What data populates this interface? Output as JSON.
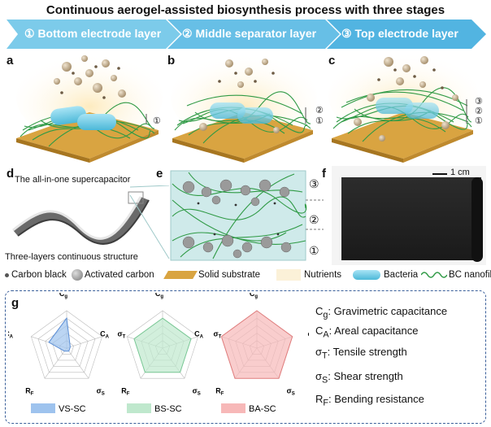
{
  "title": "Continuous aerogel-assisted biosynthesis process with three stages",
  "stages": [
    {
      "label": "① Bottom electrode layer",
      "color": "#6fc3e6"
    },
    {
      "label": "② Middle separator  layer",
      "color": "#5db8e2"
    },
    {
      "label": "③ Top electrode layer",
      "color": "#4aaedd"
    }
  ],
  "panels": {
    "a": {
      "letter": "a",
      "markers": [
        "①"
      ]
    },
    "b": {
      "letter": "b",
      "markers": [
        "②",
        "①"
      ]
    },
    "c": {
      "letter": "c",
      "markers": [
        "③",
        "②",
        "①"
      ]
    },
    "d": {
      "letter": "d",
      "top_label": "The all-in-one supercapacitor",
      "bottom_label": "Three-layers continuous structure"
    },
    "e": {
      "letter": "e",
      "markers": [
        "③",
        "②",
        "①"
      ]
    },
    "f": {
      "letter": "f",
      "scale": "1 cm"
    },
    "g": {
      "letter": "g"
    }
  },
  "legend": [
    {
      "label": "Carbon black",
      "icon": "small-dot-icon"
    },
    {
      "label": "Activated carbon",
      "icon": "sphere-icon"
    },
    {
      "label": "Solid substrate",
      "icon": "substrate-icon"
    },
    {
      "label": "Nutrients",
      "icon": "nutrients-icon"
    },
    {
      "label": "Bacteria",
      "icon": "bacteria-icon"
    },
    {
      "label": "BC nanofiber",
      "icon": "fiber-icon"
    }
  ],
  "radar": {
    "axes": [
      "C",
      "σ",
      "σ",
      "R",
      "C"
    ],
    "axis_subs": [
      "g",
      "T",
      "S",
      "F",
      "A"
    ],
    "charts": [
      {
        "name": "VS-SC",
        "color": "#9ec3ee",
        "stroke": "#5c8fd6"
      },
      {
        "name": "BS-SC",
        "color": "#bfe8cd",
        "stroke": "#79c895"
      },
      {
        "name": "BA-SC",
        "color": "#f7b8b8",
        "stroke": "#e07d7d"
      }
    ]
  },
  "chart_data": [
    {
      "type": "radar",
      "name": "VS-SC",
      "axes": [
        "Cg",
        "σT",
        "σS",
        "RF",
        "CA"
      ],
      "values": [
        0.8,
        0.1,
        0.1,
        0.1,
        0.5
      ]
    },
    {
      "type": "radar",
      "name": "BS-SC",
      "axes": [
        "Cg",
        "σT",
        "σS",
        "RF",
        "CA"
      ],
      "values": [
        0.8,
        0.8,
        0.8,
        0.8,
        0.8
      ]
    },
    {
      "type": "radar",
      "name": "BA-SC",
      "axes": [
        "Cg",
        "σT",
        "σS",
        "RF",
        "CA"
      ],
      "values": [
        1.0,
        1.0,
        1.0,
        1.0,
        1.0
      ]
    }
  ],
  "definitions": [
    {
      "sym": "C",
      "sub": "g",
      "text": ": Gravimetric capacitance"
    },
    {
      "sym": "C",
      "sub": "A",
      "text": ": Areal capacitance"
    },
    {
      "sym": "σ",
      "sub": "T",
      "text": ": Tensile strength"
    },
    {
      "sym": "σ",
      "sub": "S",
      "text": ": Shear strength"
    },
    {
      "sym": "R",
      "sub": "F",
      "text": ": Bending resistance"
    }
  ]
}
